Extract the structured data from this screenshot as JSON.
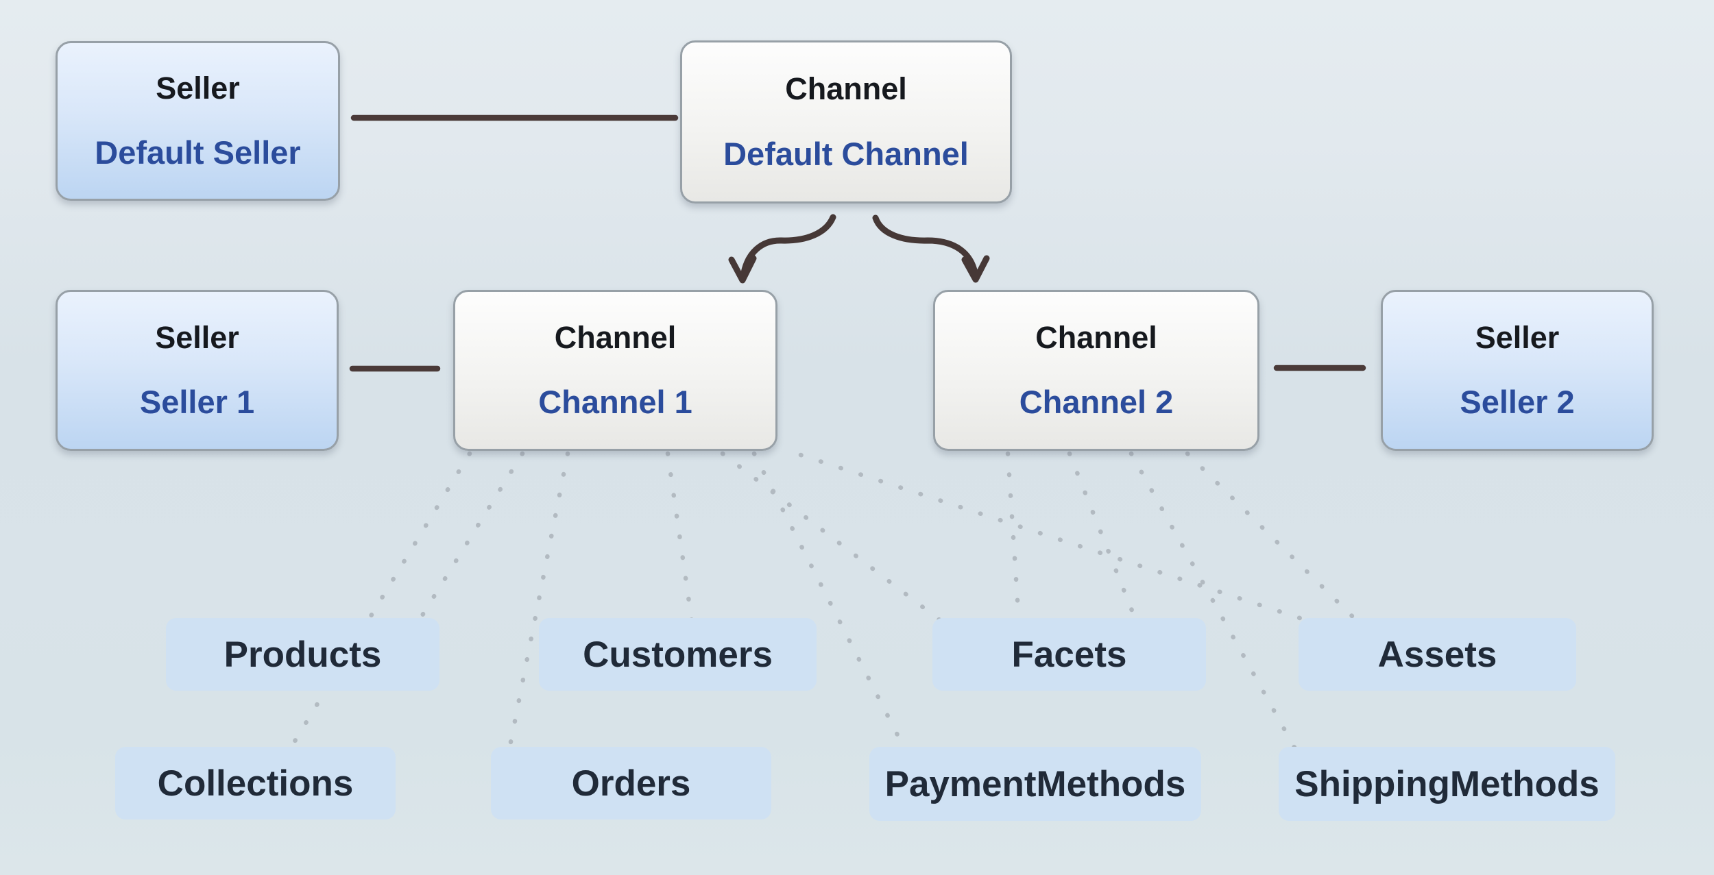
{
  "diagram": {
    "top": {
      "seller": {
        "type": "Seller",
        "name": "Default Seller"
      },
      "channel": {
        "type": "Channel",
        "name": "Default Channel"
      }
    },
    "middle": {
      "seller1": {
        "type": "Seller",
        "name": "Seller 1"
      },
      "channel1": {
        "type": "Channel",
        "name": "Channel 1"
      },
      "channel2": {
        "type": "Channel",
        "name": "Channel 2"
      },
      "seller2": {
        "type": "Seller",
        "name": "Seller 2"
      }
    },
    "entities_row1": [
      "Products",
      "Customers",
      "Facets",
      "Assets"
    ],
    "entities_row2": [
      "Collections",
      "Orders",
      "PaymentMethods",
      "ShippingMethods"
    ],
    "colors": {
      "connector": "#4a3a38",
      "arrow": "#463836",
      "dotted": "#aeb6bd",
      "header_text": "#16191e",
      "name_text": "#2b4c9c",
      "entity_text": "#202a38",
      "box_border": "#97a0a7",
      "seller_box_top": "#eaf2fd",
      "seller_box_bottom": "#bcd5f2",
      "channel_box_top": "#fdfdfd",
      "channel_box_bottom": "#e8e8e5",
      "entity_box": "#cfe1f3",
      "background_top": "#e5ecf0",
      "background_bottom": "#dce6ea"
    }
  }
}
